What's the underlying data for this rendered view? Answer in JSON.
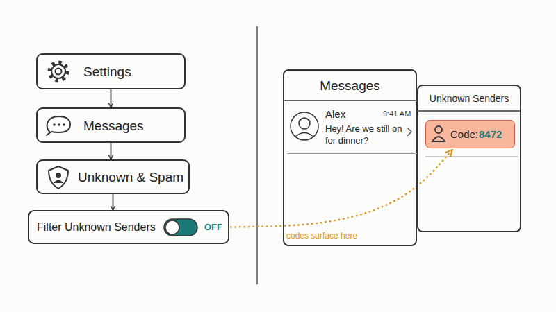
{
  "diagram": {
    "nodes": [
      {
        "text": [
          "Settings"
        ]
      },
      {
        "text": [
          "Messages"
        ]
      },
      {
        "text": [
          "Unknown & Spam"
        ]
      },
      {
        "text": [
          "Filter Unknown Senders",
          "OFF"
        ]
      },
      {
        "text": [
          "Messages"
        ]
      },
      {
        "text": [
          "Alex",
          "9:41 AM",
          "Hey! Are we still on for dinner?"
        ],
        "in": 4
      },
      {
        "text": [
          "Unknown Senders"
        ]
      },
      {
        "text": [
          "Code:",
          "8472"
        ],
        "in": 6
      }
    ],
    "edges": [
      {
        "from": 0,
        "to": 1,
        "arrow": "to"
      },
      {
        "from": 1,
        "to": 2,
        "arrow": "to"
      },
      {
        "from": 2,
        "to": 3,
        "arrow": "to"
      },
      {
        "from": 3,
        "to": 7,
        "arrow": "to",
        "label": "codes surface here"
      }
    ]
  }
}
